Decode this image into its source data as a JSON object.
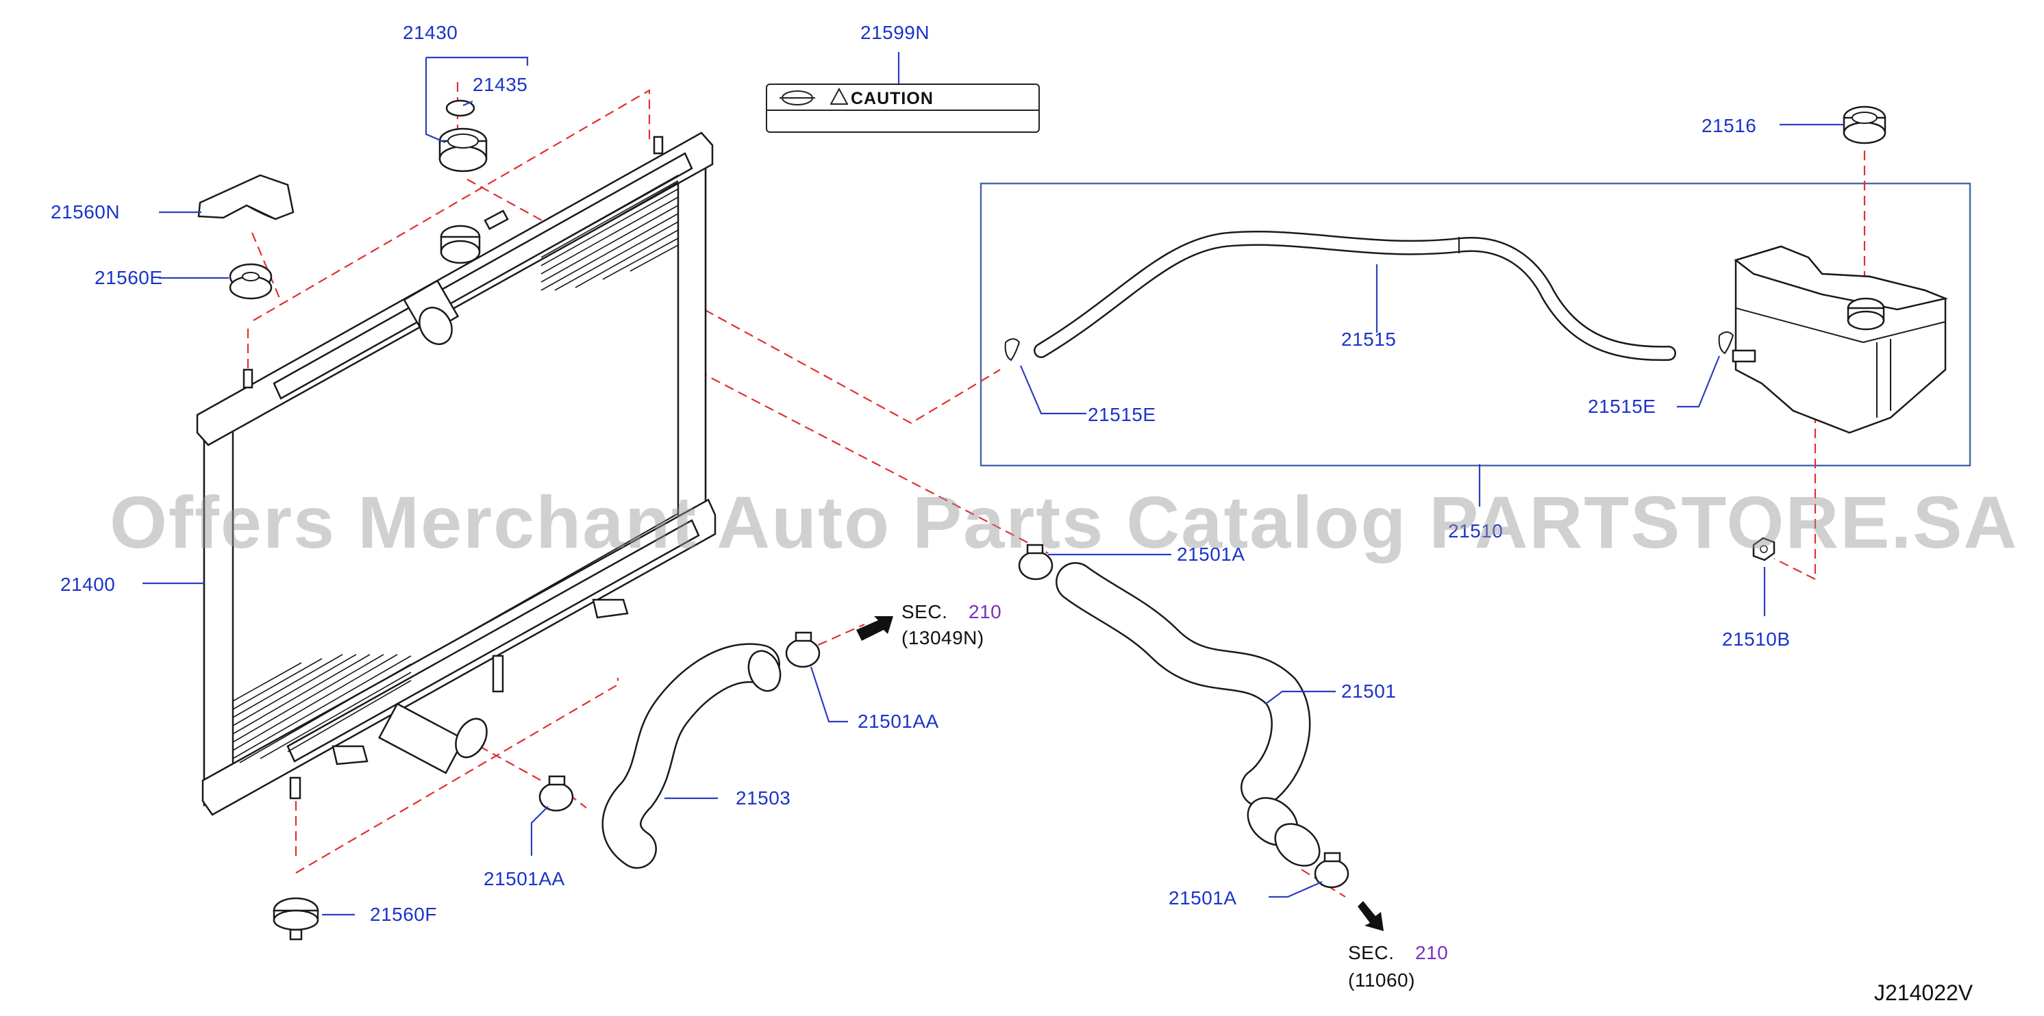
{
  "diagram_code": "J214022V",
  "watermark": "Offers Merchant Auto Parts Catalog PARTSTORE.SA",
  "caution_label": "CAUTION",
  "colors": {
    "label_blue": "#1a33c9",
    "leader_red": "#e03030",
    "box_blue": "#4a6aa8",
    "sec_purple": "#7b2fbf"
  },
  "parts": {
    "p21430": "21430",
    "p21435": "21435",
    "p21599N": "21599N",
    "p21560N": "21560N",
    "p21560E": "21560E",
    "p21516": "21516",
    "p21515": "21515",
    "p21515E_left": "21515E",
    "p21515E_right": "21515E",
    "p21400": "21400",
    "p21510": "21510",
    "p21501A_top": "21501A",
    "p21510B": "21510B",
    "p21501": "21501",
    "p21501AA_right": "21501AA",
    "p21503": "21503",
    "p21501AA_left": "21501AA",
    "p21560F": "21560F",
    "p21501A_bottom": "21501A"
  },
  "sec_refs": {
    "upper": {
      "prefix": "SEC.",
      "num": "210",
      "code": "(13049N)"
    },
    "lower": {
      "prefix": "SEC.",
      "num": "210",
      "code": "(11060)"
    }
  },
  "icons": [
    "radiator",
    "radiator-cap",
    "reservoir-tank",
    "hose",
    "clamp",
    "arrow-right",
    "warning-triangle"
  ]
}
